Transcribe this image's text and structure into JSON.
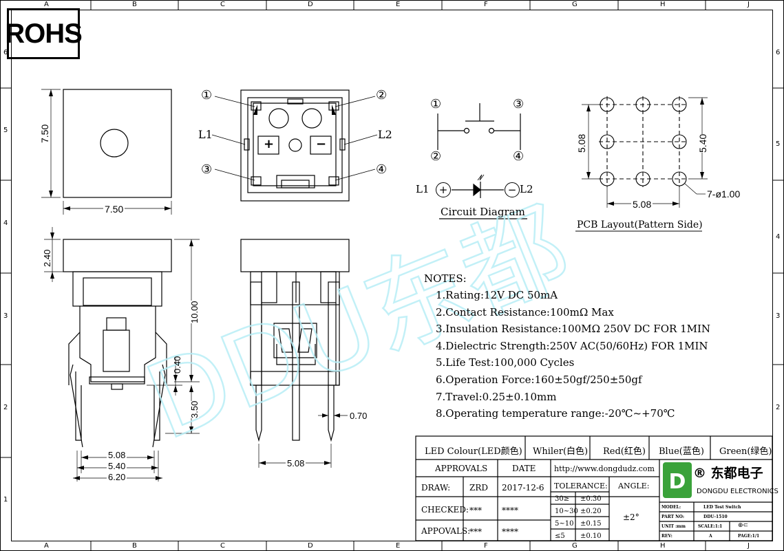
{
  "rohs": "ROHS",
  "border_cols": [
    "A",
    "B",
    "C",
    "D",
    "E",
    "F",
    "G",
    "H",
    "J"
  ],
  "border_rows": [
    "6",
    "5",
    "4",
    "3",
    "2",
    "1"
  ],
  "watermark": "DDU东都",
  "top_view": {
    "dim_h": "7.50",
    "dim_w": "7.50"
  },
  "back_view": {
    "pin1": "①",
    "pin2": "②",
    "pin3": "③",
    "pin4": "④",
    "l1": "L1",
    "l2": "L2",
    "plus": "+",
    "minus": "−"
  },
  "side_view": {
    "dim_240": "2.40",
    "dim_1000": "10.00",
    "dim_040": "0.40",
    "dim_350": "3.50",
    "dim_508": "5.08",
    "dim_540": "5.40",
    "dim_620": "6.20"
  },
  "front_view": {
    "dim_070": "0.70",
    "dim_508": "5.08"
  },
  "circuit": {
    "p1": "①",
    "p2": "②",
    "p3": "③",
    "p4": "④",
    "l1": "L1",
    "l2": "L2",
    "plus": "+",
    "minus": "−",
    "title": "Circuit Diagram"
  },
  "pcb": {
    "dim_508_v": "5.08",
    "dim_540": "5.40",
    "dim_508_h": "5.08",
    "holes": "7-ø1.00",
    "title": "PCB Layout(Pattern Side)"
  },
  "notes": {
    "heading": "NOTES:",
    "items": [
      "1.Rating:12V DC 50mA",
      "2.Contact Resistance:100mΩ Max",
      "3.Insulation Resistance:100MΩ 250V DC FOR 1MIN",
      "4.Dielectric Strength:250V AC(50/60Hz) FOR 1MIN",
      "5.Life Test:100,000 Cycles",
      "6.Operation Force:160±50gf/250±50gf",
      "7.Travel:0.25±0.10mm",
      "8.Operating temperature range:-20℃~+70℃"
    ]
  },
  "title_block": {
    "led_colour": "LED Colour(LED颜色)",
    "colors": [
      "Whiler(白色)",
      "Red(红色)",
      "Blue(蓝色)",
      "Green(绿色)"
    ],
    "approvals": "APPROVALS",
    "date": "DATE",
    "url": "http://www.dongdudz.com",
    "tolerance": "TOLERANCE:",
    "angle": "ANGLE:",
    "draw": "DRAW:",
    "draw_by": "ZRD",
    "draw_date": "2017-12-6",
    "checked": "CHECKED:",
    "checked_by": "***",
    "checked_date": "****",
    "approvals_row": "APPOVALS:",
    "approvals_by": "***",
    "approvals_date": "****",
    "tol_ranges": [
      "30≥",
      "10~30",
      "5~10",
      "≤5"
    ],
    "tol_values": [
      "±0.30",
      "±0.20",
      "±0.15",
      "±0.10"
    ],
    "angle_value": "±2°",
    "company_cn": "® 东都电子",
    "company_en": "DONGDU ELECTRONICS",
    "model_label": "MODEL:",
    "model_value": "LED Test Switch",
    "part_label": "PART NO:",
    "part_value": "DDU-1510",
    "unit_label": "UNIT :mm",
    "scale_label": "SCALE:1:1",
    "rev_label": "REV:",
    "rev_value": "A",
    "page_label": "PAGE:1/1"
  }
}
